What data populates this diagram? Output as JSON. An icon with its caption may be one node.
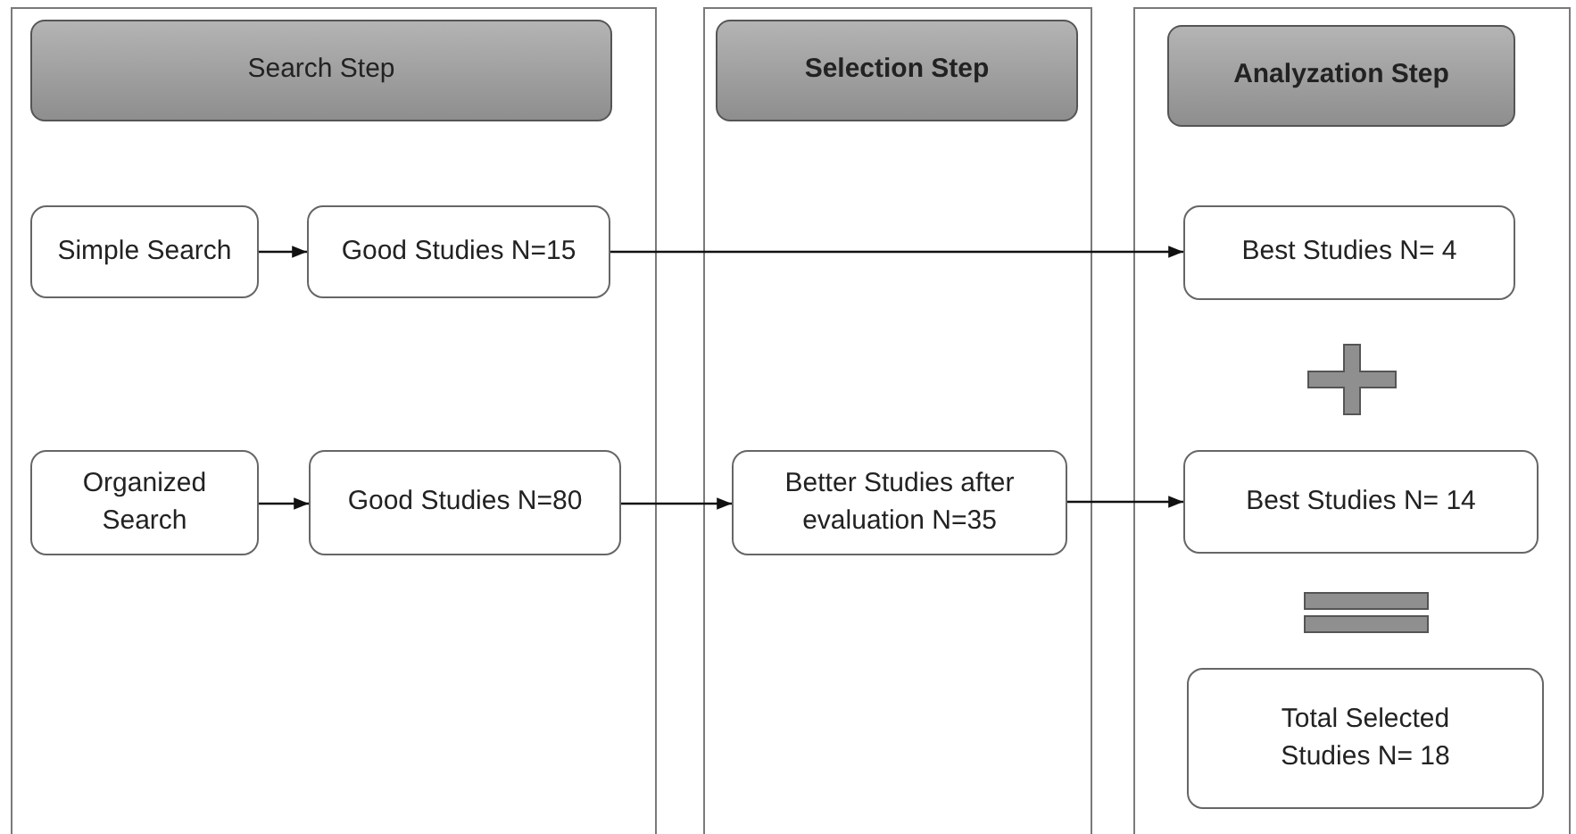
{
  "diagram": {
    "nodes": [
      {
        "text": [],
        "shape": "box"
      },
      {
        "text": [
          "Search Step"
        ],
        "in": 0
      },
      {
        "text": [],
        "shape": "box"
      },
      {
        "text": [
          "Selection Step"
        ],
        "in": 2
      },
      {
        "text": [],
        "shape": "box"
      },
      {
        "text": [
          "Analyzation Step"
        ],
        "in": 4
      },
      {
        "text": [
          "Simple Search"
        ],
        "in": 0
      },
      {
        "text": [
          "Good Studies N=15"
        ],
        "in": 0
      },
      {
        "text": [
          "Best Studies N= 4"
        ],
        "in": 4
      },
      {
        "text": [
          "Organized Search"
        ],
        "in": 0
      },
      {
        "text": [
          "Good Studies N=80"
        ],
        "in": 0
      },
      {
        "text": [
          "Better Studies after evaluation N=35"
        ],
        "in": 2
      },
      {
        "text": [
          "Best Studies N= 14"
        ],
        "in": 4
      },
      {
        "text": [
          "Total Selected Studies N= 18"
        ],
        "in": 4
      }
    ],
    "edges": [
      {
        "from": 6,
        "to": 7,
        "arrow": "to"
      },
      {
        "from": 7,
        "to": 8,
        "arrow": "to"
      },
      {
        "from": 9,
        "to": 10,
        "arrow": "to"
      },
      {
        "from": 10,
        "to": 11,
        "arrow": "to"
      },
      {
        "from": 11,
        "to": 12,
        "arrow": "to"
      }
    ]
  }
}
